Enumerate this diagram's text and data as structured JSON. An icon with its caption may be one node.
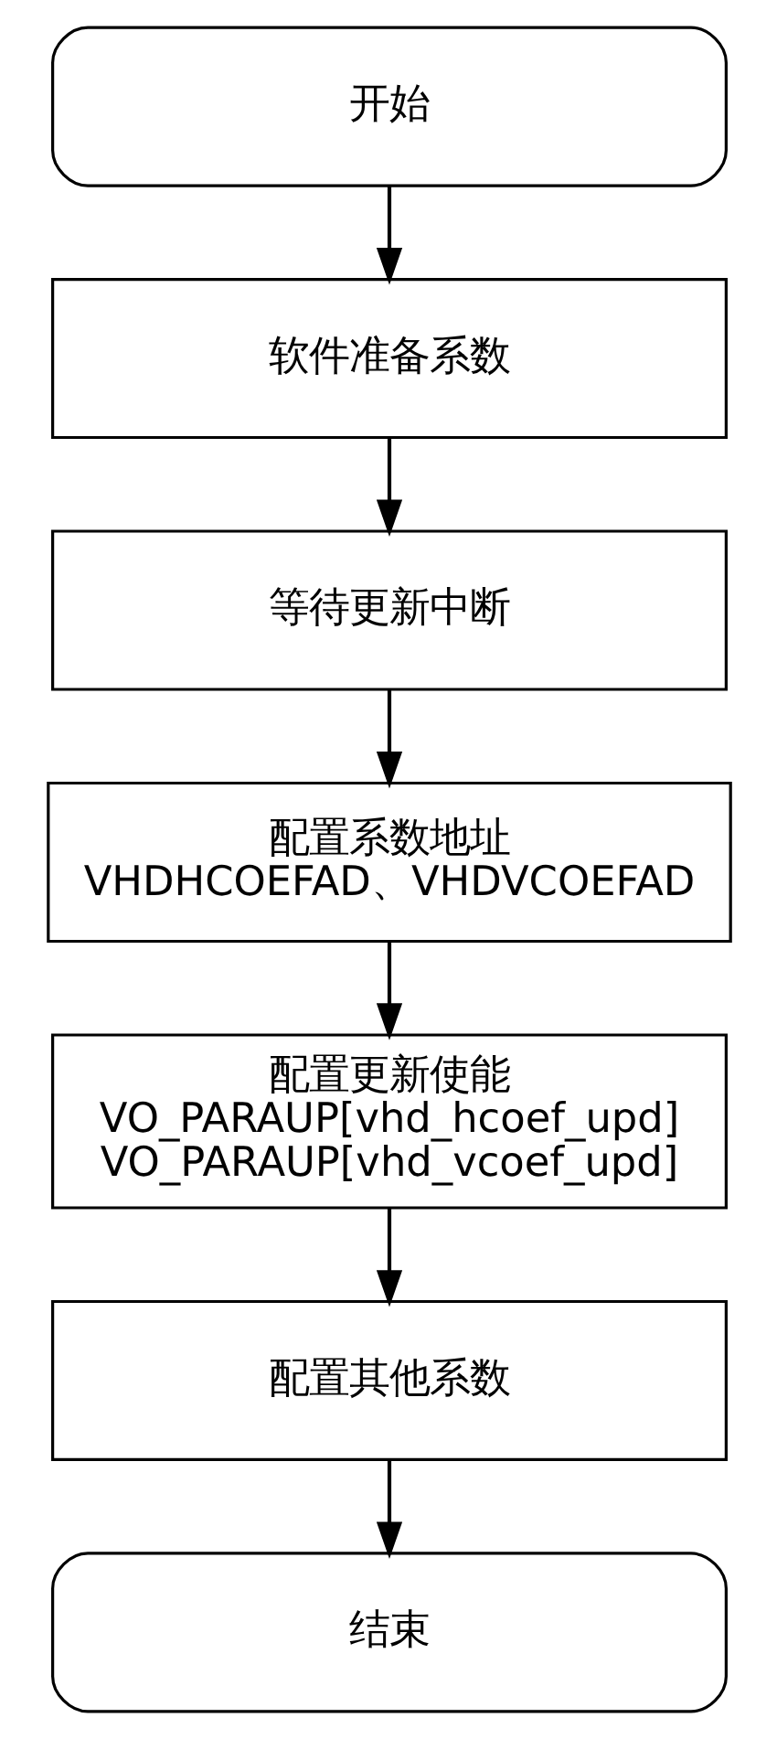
{
  "diagram": {
    "nodes": [
      {
        "text": [
          "开始"
        ]
      },
      {
        "text": [
          "软件准备系数"
        ]
      },
      {
        "text": [
          "等待更新中断"
        ]
      },
      {
        "text": [
          "配置系数地址",
          "VHDHCOEFAD、VHDVCOEFAD"
        ]
      },
      {
        "text": [
          "配置更新使能",
          "VO_PARAUP[vhd_hcoef_upd]",
          "VO_PARAUP[vhd_vcoef_upd]"
        ]
      },
      {
        "text": [
          "配置其他系数"
        ]
      },
      {
        "text": [
          "结束"
        ]
      }
    ],
    "edges": [
      {
        "from": 0,
        "to": 1,
        "arrow": "to"
      },
      {
        "from": 1,
        "to": 2,
        "arrow": "to"
      },
      {
        "from": 2,
        "to": 3,
        "arrow": "to"
      },
      {
        "from": 3,
        "to": 4,
        "arrow": "to"
      },
      {
        "from": 4,
        "to": 5,
        "arrow": "to"
      },
      {
        "from": 5,
        "to": 6,
        "arrow": "to"
      }
    ]
  }
}
